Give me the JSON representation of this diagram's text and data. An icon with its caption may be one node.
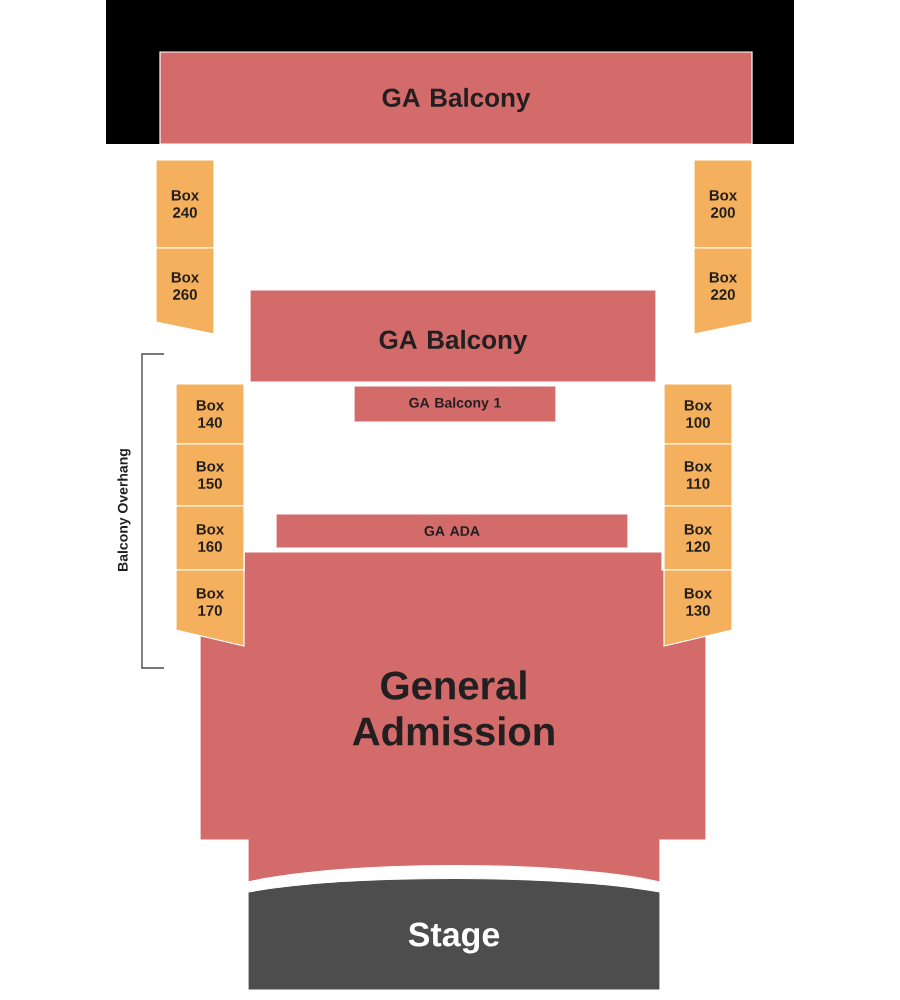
{
  "diagram": {
    "nodes": [
      {
        "text": [
          "GA Balcony"
        ]
      },
      {
        "text": [
          "Box 240"
        ]
      },
      {
        "text": [
          "Box 200"
        ]
      },
      {
        "text": [
          "Box 260"
        ]
      },
      {
        "text": [
          "Box 220"
        ]
      },
      {
        "text": [
          "GA Balcony"
        ]
      },
      {
        "text": [
          "Box 140"
        ]
      },
      {
        "text": [
          "GA Balcony 1"
        ]
      },
      {
        "text": [
          "Box 100"
        ]
      },
      {
        "text": [
          "Box 150"
        ]
      },
      {
        "text": [
          "Box 110"
        ]
      },
      {
        "text": [
          "GA ADA"
        ]
      },
      {
        "text": [
          "Box 160"
        ]
      },
      {
        "text": [
          "Box 120"
        ]
      },
      {
        "text": [
          "Box 170"
        ]
      },
      {
        "text": [
          "Box 130"
        ]
      },
      {
        "text": [
          "General Admission"
        ]
      },
      {
        "text": [
          "Stage"
        ]
      }
    ],
    "edges": [],
    "labels": [
      "Balcony Overhang"
    ]
  }
}
